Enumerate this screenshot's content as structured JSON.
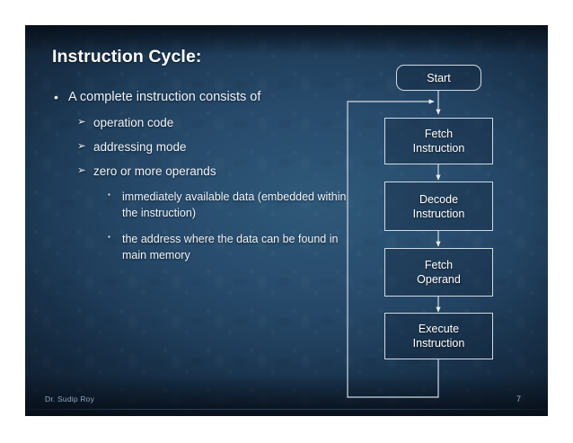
{
  "slide": {
    "title": "Instruction Cycle:",
    "bullets": [
      {
        "level": 1,
        "marker": "•",
        "text": "A complete instruction consists of"
      },
      {
        "level": 2,
        "marker": "➢",
        "text": "operation code"
      },
      {
        "level": 2,
        "marker": "➢",
        "text": "addressing mode"
      },
      {
        "level": 2,
        "marker": "➢",
        "text": "zero or more operands"
      },
      {
        "level": 3,
        "marker": "▪",
        "text": "immediately available data (embedded within the instruction)"
      },
      {
        "level": 3,
        "marker": "▪",
        "text": "the address where the data can be found in main memory"
      }
    ],
    "footer": {
      "author": "Dr. Sudip Roy",
      "page_number": "7"
    },
    "colors": {
      "background_dark": "#0e1c2c",
      "background_mid": "#28496a",
      "background_light": "#2f5979",
      "text": "#ffffff",
      "node_border": "#cfdbe6",
      "footer_text": "#8fa6bd"
    }
  },
  "flowchart": {
    "nodes": [
      {
        "id": "start",
        "label": "Start",
        "shape": "rounded-rect"
      },
      {
        "id": "fetch",
        "label": "Fetch\nInstruction",
        "shape": "rect"
      },
      {
        "id": "decode",
        "label": "Decode\nInstruction",
        "shape": "rect"
      },
      {
        "id": "operand",
        "label": "Fetch\nOperand",
        "shape": "rect"
      },
      {
        "id": "execute",
        "label": "Execute\nInstruction",
        "shape": "rect"
      }
    ],
    "edges": [
      {
        "from": "start",
        "to": "fetch",
        "type": "straight-down"
      },
      {
        "from": "fetch",
        "to": "decode",
        "type": "straight-down"
      },
      {
        "from": "decode",
        "to": "operand",
        "type": "straight-down"
      },
      {
        "from": "operand",
        "to": "execute",
        "type": "straight-down"
      },
      {
        "from": "execute",
        "to": "fetch",
        "type": "feedback-loop-left"
      }
    ]
  }
}
